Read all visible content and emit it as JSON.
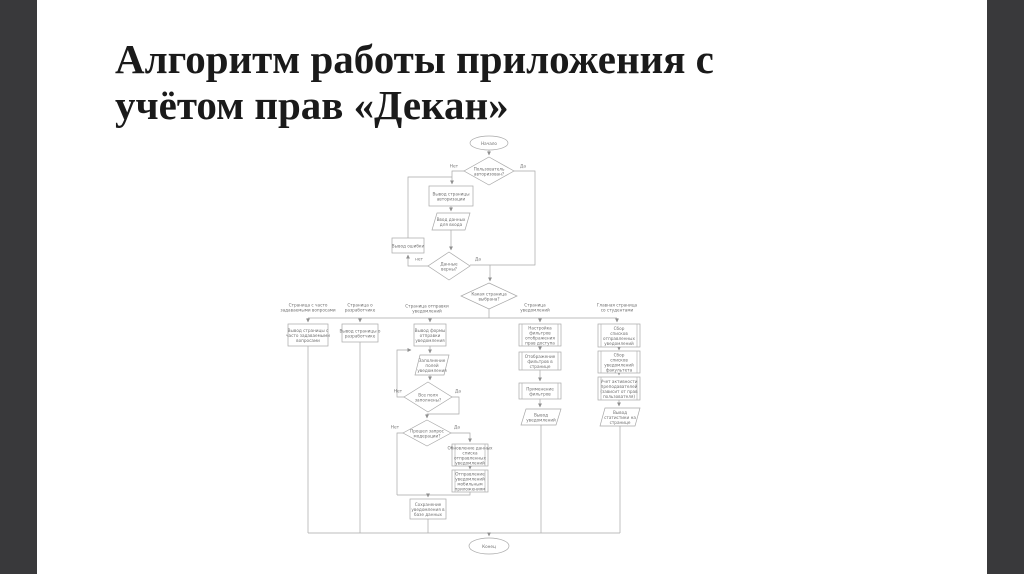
{
  "slide": {
    "title_line1": "Алгоритм работы приложения с",
    "title_line2": "учётом прав «Декан»",
    "bg_color": "#ffffff",
    "frame_color": "#39393b",
    "line_color": "#a8a8a8"
  },
  "labels": {
    "yes": "Да",
    "no": "Нет",
    "no_lower": "нет"
  },
  "nodes": {
    "start": {
      "lines": [
        "Начало"
      ]
    },
    "auth_check": {
      "lines": [
        "Пользователь",
        "авторизован?"
      ]
    },
    "auth_page": {
      "lines": [
        "Вывод страницы",
        "авторизации"
      ]
    },
    "login_input": {
      "lines": [
        "Ввод данных",
        "для входа"
      ]
    },
    "error_out": {
      "lines": [
        "Вывод ошибки"
      ]
    },
    "data_valid": {
      "lines": [
        "Данные",
        "верны?"
      ]
    },
    "page_select": {
      "lines": [
        "Какая страница",
        "выбрана?"
      ]
    },
    "header_faq": {
      "lines": [
        "Страница с часто",
        "задаваемыми вопросами"
      ]
    },
    "header_dev": {
      "lines": [
        "Страница о",
        "разработчике"
      ]
    },
    "header_send": {
      "lines": [
        "Страница отправки",
        "уведомлений"
      ]
    },
    "header_notif": {
      "lines": [
        "Страница",
        "уведомлений"
      ]
    },
    "header_main": {
      "lines": [
        "Главная страница",
        "со студентами"
      ]
    },
    "faq_page": {
      "lines": [
        "Вывод страницы с",
        "часто задаваемыми",
        "вопросами"
      ]
    },
    "dev_page": {
      "lines": [
        "Вывод страницы о",
        "разработчике"
      ]
    },
    "send_form": {
      "lines": [
        "Вывод формы",
        "отправки",
        "уведомления"
      ]
    },
    "fill_fields": {
      "lines": [
        "Заполнение",
        "полей",
        "уведомления"
      ]
    },
    "fields_check": {
      "lines": [
        "Все поля",
        "заполнены?"
      ]
    },
    "moderation_check": {
      "lines": [
        "Прошел запрос",
        "модерации?"
      ]
    },
    "update_list": {
      "lines": [
        "Обновление данных",
        "списка",
        "отправленных",
        "уведомлений"
      ]
    },
    "send_mobile": {
      "lines": [
        "Отправление",
        "уведомлений",
        "мобильным",
        "приложениям"
      ]
    },
    "save_db": {
      "lines": [
        "Сохранение",
        "уведомления в",
        "базе данных"
      ]
    },
    "filter_setup": {
      "lines": [
        "Настройка",
        "фильтров",
        "отображения",
        "прав доступа"
      ]
    },
    "filter_show": {
      "lines": [
        "Отображение",
        "фильтров в",
        "странице"
      ]
    },
    "filter_apply": {
      "lines": [
        "Применение",
        "фильтров"
      ]
    },
    "notif_out": {
      "lines": [
        "Вывод",
        "уведомлений"
      ]
    },
    "collect_sent": {
      "lines": [
        "Сбор",
        "списков",
        "отправленных",
        "уведомлений"
      ]
    },
    "collect_faculty": {
      "lines": [
        "Сбор",
        "списков",
        "уведомлений",
        "факультета"
      ]
    },
    "activity": {
      "lines": [
        "Учет активности",
        "преподавателей",
        "(зависит от прав",
        "пользователя)"
      ]
    },
    "stats_out": {
      "lines": [
        "Вывод",
        "статистики на",
        "странице"
      ]
    },
    "end": {
      "lines": [
        "Конец"
      ]
    }
  }
}
